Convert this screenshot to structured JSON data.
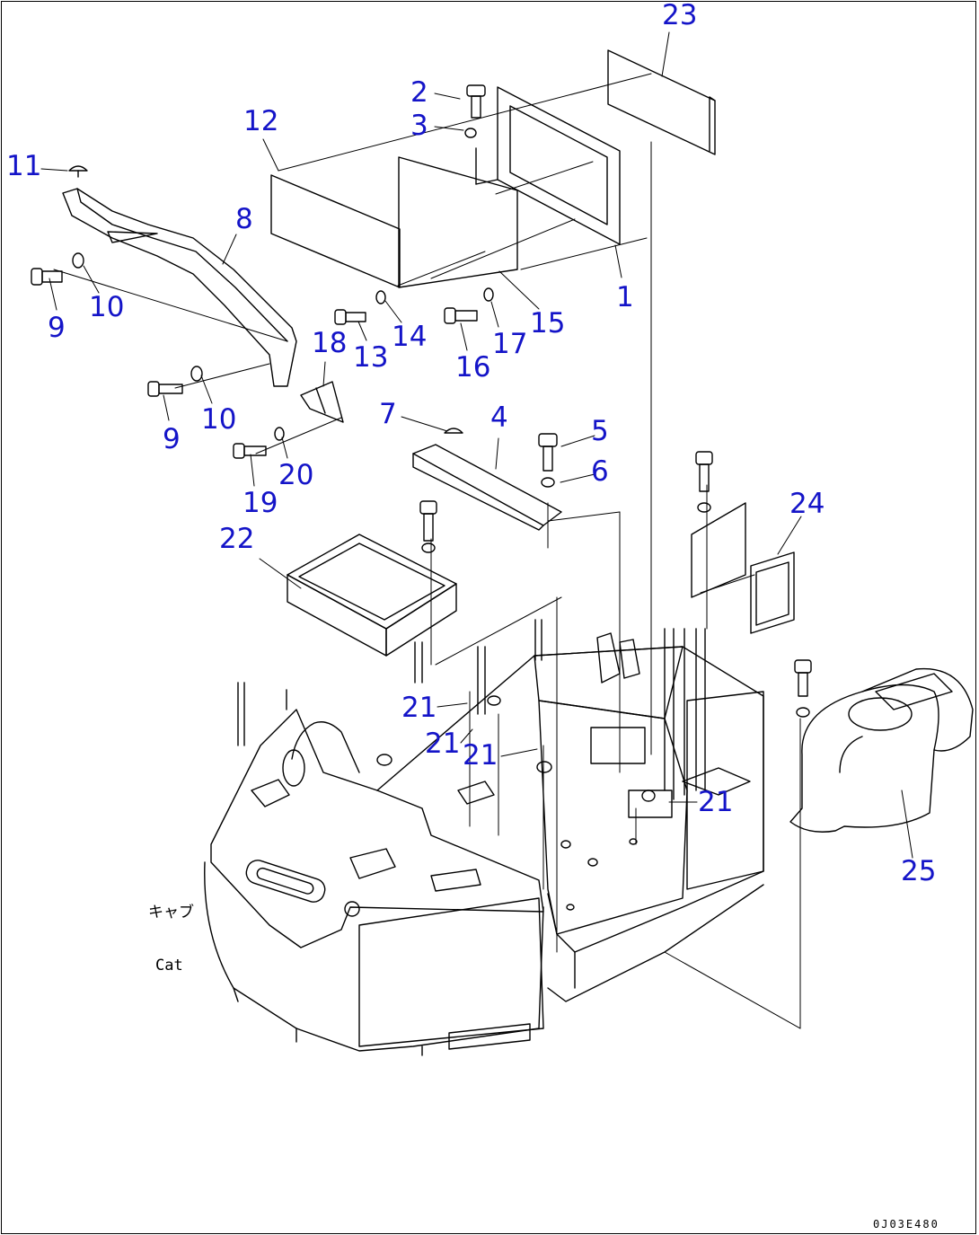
{
  "diagram": {
    "callouts": [
      "23",
      "2",
      "3",
      "12",
      "11",
      "8",
      "1",
      "15",
      "10",
      "9",
      "13",
      "14",
      "16",
      "17",
      "18",
      "10",
      "9",
      "7",
      "4",
      "5",
      "6",
      "20",
      "19",
      "22",
      "24",
      "21",
      "21",
      "21",
      "21",
      "25"
    ],
    "cab_label": {
      "line1": "キャブ",
      "line2": "Cat"
    },
    "drawing_code": "0J03E480"
  }
}
